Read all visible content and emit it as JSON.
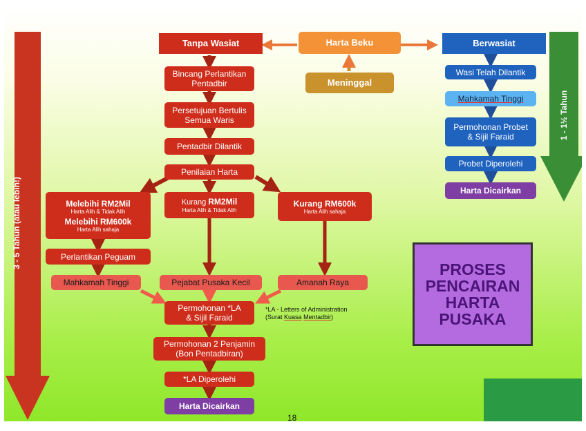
{
  "colors": {
    "red": "#cf2d1b",
    "salmon": "#e8584f",
    "orange": "#f39237",
    "gold": "#c9922d",
    "blue": "#1f63bf",
    "light_blue": "#5cb3f2",
    "purple": "#7e3ea4",
    "left_band": "#c8341f",
    "right_band": "#3a8e36",
    "title_fill": "#b46be0"
  },
  "top": {
    "harta_beku": "Harta Beku",
    "meninggal": "Meninggal",
    "tanpa_wasiat": "Tanpa Wasiat",
    "berwasiat": "Berwasiat"
  },
  "left_flow": {
    "step1": "Bincang Perlantikan\nPentadbir",
    "step2": "Persetujuan Bertulis\nSemua Waris",
    "step3": "Pentadbir Dilantik",
    "step4": "Penilaian Harta"
  },
  "branches": {
    "b1_title1": "Melebihi RM2Mil",
    "b1_sub1": "Harta Alih & Tidak Alih",
    "b1_title2": "Melebihi RM600k",
    "b1_sub2": "Harta Alih sahaja",
    "b2_prefix": "Kurang ",
    "b2_title": "RM2Mil",
    "b2_sub": "Harta Alih & Tidak Alih",
    "b3_title": "Kurang RM600k",
    "b3_sub": "Harta Alih sahaja",
    "peguam": "Perlantikan Peguam",
    "mahkamah": "Mahkamah Tinggi",
    "pusaka_kecil": "Pejabat Pusaka Kecil",
    "amanah_raya": "Amanah Raya"
  },
  "bottom_flow": {
    "permohonan_la": "Permohonan *LA\n& Sijil Faraid",
    "penjamin": "Permohonan 2 Penjamin\n(Bon Pentadbiran)",
    "la_diperolehi": "*LA Diperolehi",
    "harta_dicairkan": "Harta Dicairkan"
  },
  "note": {
    "line1": "*LA - Letters of Administration",
    "line2_prefix": "(Surat ",
    "line2_kuasa": "Kuasa",
    "line2_space": " ",
    "line2_mentadbir": "Mentadbir",
    "line2_suffix": ")"
  },
  "right_flow": {
    "wasi": "Wasi Telah Dilantik",
    "mahkamah": "Mahkamah Tinggi",
    "probet": "Permohonan Probet\n& Sijil Faraid",
    "probet_diperolehi": "Probet Diperolehi",
    "dicairkan": "Harta Dicairkan"
  },
  "duration_left": "3 - 5 Tahun (atau lebih!)",
  "duration_right": "1 - 1½ Tahun",
  "title_box": "PROSES\nPENCAIRAN\nHARTA\nPUSAKA",
  "page_number": "18"
}
